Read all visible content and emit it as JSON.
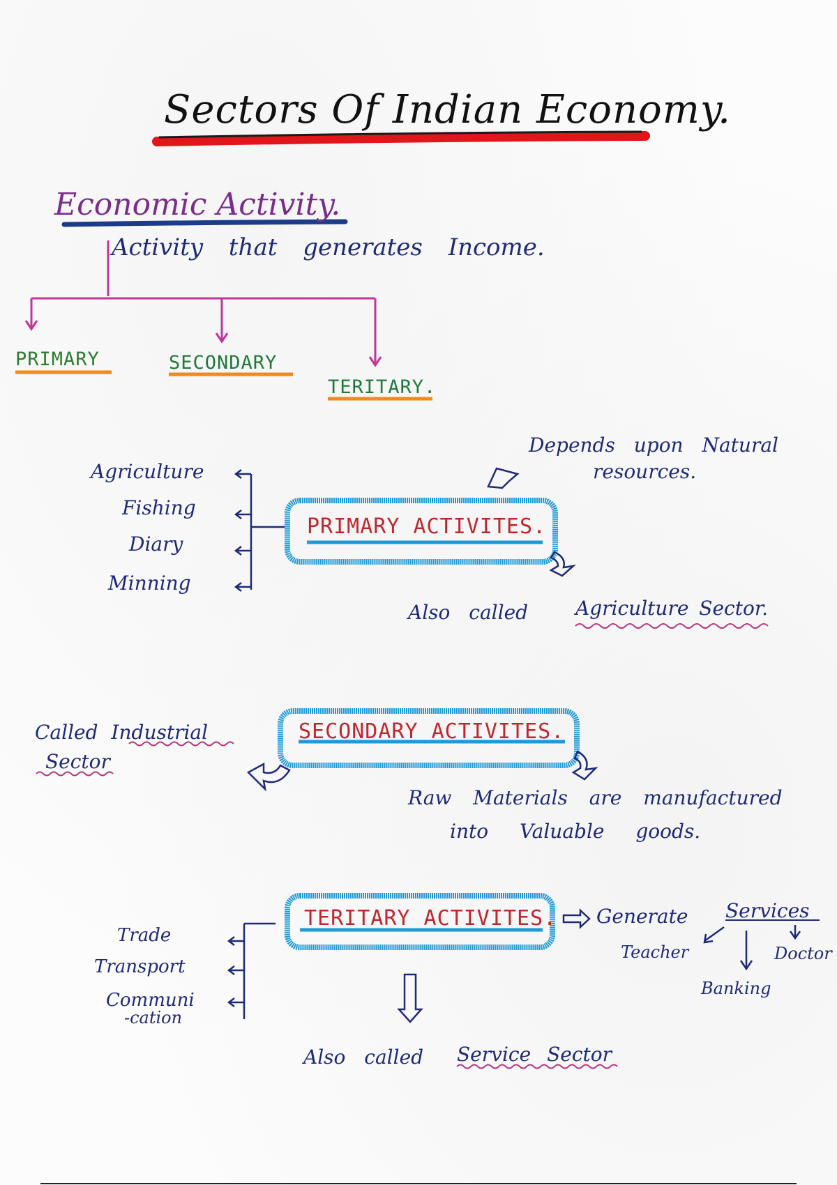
{
  "title": "Sectors Of Indian Economy.",
  "economic_activity": {
    "heading": "Economic Activity.",
    "definition": "Activity that generates Income."
  },
  "categories": {
    "primary": "PRIMARY",
    "secondary": "SECONDARY",
    "tertiary": "TERITARY."
  },
  "primary_section": {
    "box_label": "PRIMARY ACTIVITES.",
    "examples": [
      "Agriculture",
      "Fishing",
      "Diary",
      "Minning"
    ],
    "note_line1": "Depends upon Natural",
    "note_line2": "resources.",
    "also_called_prefix": "Also called",
    "also_called_value": "Agriculture Sector."
  },
  "secondary_section": {
    "box_label": "SECONDARY ACTIVITES.",
    "called_line1": "Called Industrial",
    "called_line2": "Sector",
    "note_line1": "Raw Materials are manufactured",
    "note_line2": "into Valuable goods."
  },
  "tertiary_section": {
    "box_label": "TERITARY ACTIVITES.",
    "examples": [
      "Trade",
      "Transport",
      "Communi",
      "-cation"
    ],
    "generate_prefix": "Generate",
    "generate_value": "Services",
    "services": [
      "Teacher",
      "Banking",
      "Doctor"
    ],
    "also_called_prefix": "Also called",
    "also_called_value": "Service Sector"
  },
  "colors": {
    "ink_blue": "#1e2a78",
    "title_underline": "#e0161b",
    "heading_purple": "#7a2d8c",
    "tree_magenta": "#c2359a",
    "box_cyan": "#1e9ad6",
    "label_red": "#c0272d",
    "category_green": "#2d7d2d",
    "category_underline": "#f08a1d"
  }
}
